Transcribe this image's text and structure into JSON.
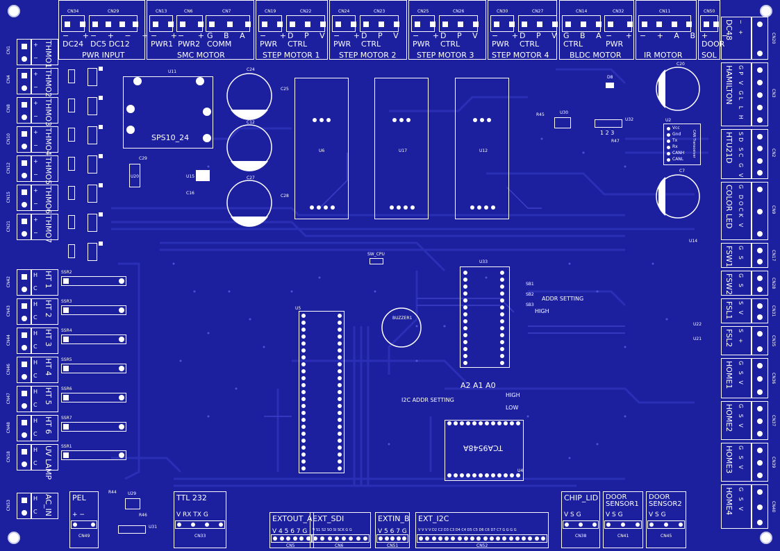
{
  "top_connectors": [
    {
      "id": "CN34",
      "pins": "− +",
      "label": "DC24"
    },
    {
      "id": "CN29",
      "pins": "− + − +",
      "label": "DC5   DC12"
    },
    {
      "id": "CN13",
      "pins": "− +",
      "label": "PWR1"
    },
    {
      "id": "CN6",
      "pins": "− +",
      "label": "PWR2"
    },
    {
      "id": "CN7",
      "pins": "G B A",
      "label": "COMM"
    },
    {
      "id": "CN19",
      "pins": "− +",
      "label": "PWR"
    },
    {
      "id": "CN22",
      "pins": "D P V",
      "label": "CTRL"
    },
    {
      "id": "CN24",
      "pins": "− +",
      "label": "PWR"
    },
    {
      "id": "CN23",
      "pins": "D P V",
      "label": "CTRL"
    },
    {
      "id": "CN25",
      "pins": "− +",
      "label": "PWR"
    },
    {
      "id": "CN26",
      "pins": "D P V",
      "label": "CTRL"
    },
    {
      "id": "CN30",
      "pins": "− +",
      "label": "PWR"
    },
    {
      "id": "CN27",
      "pins": "D P V",
      "label": "CTRL"
    },
    {
      "id": "CN14",
      "pins": "G B A",
      "label": "CTRL"
    },
    {
      "id": "CN32",
      "pins": "− +",
      "label": "PWR"
    },
    {
      "id": "CN11",
      "pins": "− + A B",
      "label": ""
    },
    {
      "id": "CN50",
      "pins": "+ −",
      "label": "DOOR"
    }
  ],
  "group_titles": {
    "pwr_input": "PWR INPUT",
    "smc_motor": "SMC MOTOR",
    "step1": "STEP MOTOR 1",
    "step2": "STEP MOTOR 2",
    "step3": "STEP MOTOR 3",
    "step4": "STEP MOTOR 4",
    "bldc": "BLDC MOTOR",
    "ir": "IR MOTOR",
    "sol": "SOL"
  },
  "left_connectors": [
    {
      "id": "CN1",
      "label": "THMO1"
    },
    {
      "id": "CN4",
      "label": "THMO2"
    },
    {
      "id": "CN8",
      "label": "THMO3"
    },
    {
      "id": "CN10",
      "label": "THMO4"
    },
    {
      "id": "CN12",
      "label": "THMO5"
    },
    {
      "id": "CN15",
      "label": "THMO6"
    },
    {
      "id": "CN21",
      "label": "THMO7"
    },
    {
      "id": "CN42",
      "label": "HT 1"
    },
    {
      "id": "CN43",
      "label": "HT 2"
    },
    {
      "id": "CN44",
      "label": "HT 3"
    },
    {
      "id": "CN46",
      "label": "HT 4"
    },
    {
      "id": "CN47",
      "label": "HT 5"
    },
    {
      "id": "CN48",
      "label": "HT 6"
    },
    {
      "id": "CN18",
      "label": "UV LAMP"
    },
    {
      "id": "CN53",
      "label": "AC_IN"
    }
  ],
  "right_connectors": [
    {
      "id": "CN20",
      "pins": "− +",
      "label": "DC48"
    },
    {
      "id": "CN3",
      "pins": "GP V GL L H",
      "label": "HAMILTON"
    },
    {
      "id": "CN2",
      "pins": "SD SC G V",
      "label": "HTU21D"
    },
    {
      "id": "CN9",
      "pins": "G DOCK V",
      "label": "COLOR LED"
    },
    {
      "id": "CN17",
      "pins": "G S",
      "label": "FSW1"
    },
    {
      "id": "CN28",
      "pins": "G S",
      "label": "FSW2"
    },
    {
      "id": "CN31",
      "pins": "S V",
      "label": "FSL1"
    },
    {
      "id": "CN35",
      "pins": "S +",
      "label": "FSL2"
    },
    {
      "id": "CN36",
      "pins": "G S V",
      "label": "HOME1"
    },
    {
      "id": "CN37",
      "pins": "G S V",
      "label": "HOME2"
    },
    {
      "id": "CN39",
      "pins": "G S V",
      "label": "HOME3"
    },
    {
      "id": "CN40",
      "pins": "G S V",
      "label": "HOME4"
    }
  ],
  "bottom_connectors": [
    {
      "id": "CN49",
      "title": "PEL",
      "pins": "+ −"
    },
    {
      "id": "CN33",
      "title": "TTL 232",
      "pins": "V RX TX G"
    },
    {
      "id": "CN5",
      "title": "EXTOUT_A",
      "pins": "V 4 5 6 7 G"
    },
    {
      "id": "CN6",
      "title": "EXT_SDI",
      "pins": "V S1 S2 SO SI SCK G G"
    },
    {
      "id": "CN51",
      "title": "EXTIN_B",
      "pins": "V 5 6 7 G"
    },
    {
      "id": "CN52",
      "title": "EXT_I2C",
      "pins": "V V V V D2 C2 D3 C3 D4 C4 D5 C5 D6 C6 D7 C7 G G G G"
    },
    {
      "id": "CN38",
      "title": "CHIP_LID",
      "pins": "V S G"
    },
    {
      "id": "CN41",
      "title": "DOOR SENSOR1",
      "pins": "V S G"
    },
    {
      "id": "CN45",
      "title": "DOOR SENSOR2",
      "pins": "V S G"
    }
  ],
  "components": {
    "u11": "U11",
    "sps": "SPS10_24",
    "u6": "U6",
    "u17": "U17",
    "u12": "U12",
    "u33": "U33",
    "u5": "U5",
    "u30": "U30",
    "u32": "U32",
    "u32_pins": "1 2 3",
    "r47": "R47",
    "u2": "U2",
    "u2_pins": [
      "Vcc",
      "Gnd",
      "Tx",
      "Rx",
      "CANH",
      "CANL"
    ],
    "can": "CAN Transceiver",
    "c20": "C20",
    "c7": "C7",
    "c24": "C24",
    "c12": "C12",
    "c27": "C27",
    "c25": "C25",
    "c28": "C28",
    "c29": "C29",
    "c16": "C16",
    "u15": "U15",
    "u20": "U20",
    "d8": "D8",
    "r45": "R45",
    "sw_cpu": "SW_CPU",
    "buzzer": "BUZZER1",
    "addr_setting": "ADDR SETTING",
    "high": "HIGH",
    "low": "LOW",
    "i2c_addr": "I2C ADDR SETTING",
    "a_pins": "A2  A1  A0",
    "tca": "TCA9548A",
    "u4": "U4",
    "u29": "U29",
    "u31": "U31",
    "r44": "R44",
    "r46": "R46",
    "u14": "U14",
    "u22": "U22",
    "u21": "U21",
    "ssr": [
      "SSR2",
      "SSR3",
      "SSR4",
      "SSR5",
      "SSR6",
      "SSR7",
      "SSR1"
    ],
    "sb": [
      "SB1",
      "SB2",
      "SB3"
    ]
  }
}
